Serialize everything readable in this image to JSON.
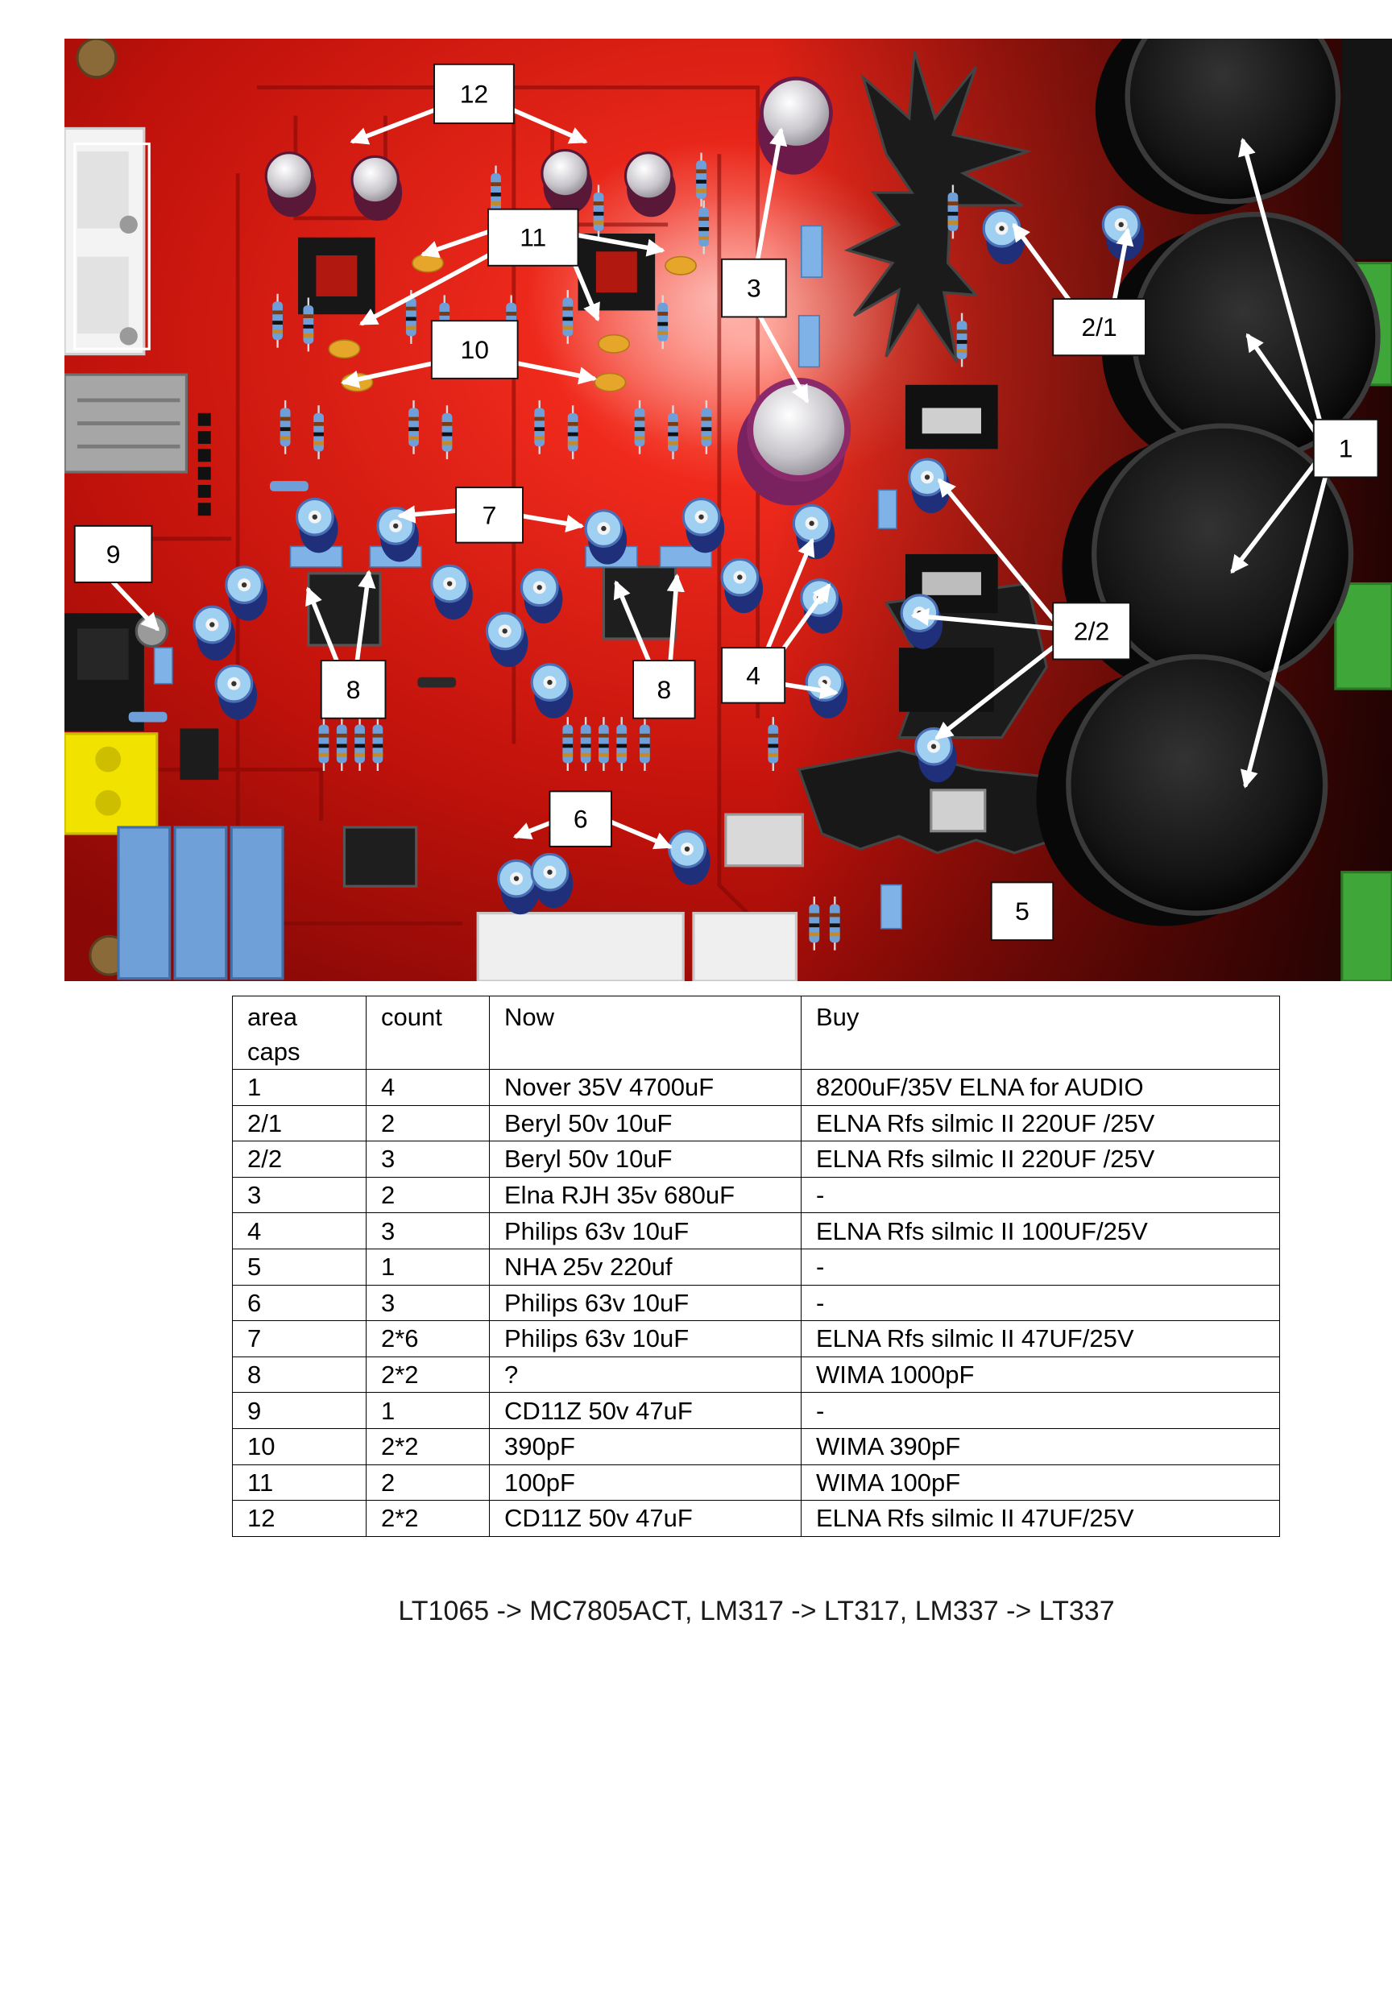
{
  "photo": {
    "labels": [
      "12",
      "11",
      "10",
      "3",
      "2/1",
      "1",
      "7",
      "9",
      "8",
      "8",
      "4",
      "2/2",
      "6",
      "5"
    ]
  },
  "table": {
    "headers": [
      "area caps",
      "count",
      "Now",
      "Buy"
    ],
    "rows": [
      [
        "1",
        "4",
        "Nover 35V 4700uF",
        "8200uF/35V ELNA for AUDIO"
      ],
      [
        "2/1",
        "2",
        "Beryl 50v 10uF",
        "ELNA Rfs silmic II 220UF /25V"
      ],
      [
        "2/2",
        "3",
        "Beryl 50v 10uF",
        "ELNA Rfs silmic II 220UF /25V"
      ],
      [
        "3",
        "2",
        "Elna RJH 35v 680uF",
        "-"
      ],
      [
        "4",
        "3",
        "Philips 63v 10uF",
        "ELNA Rfs silmic II 100UF/25V"
      ],
      [
        "5",
        "1",
        "NHA 25v 220uf",
        "-"
      ],
      [
        "6",
        "3",
        "Philips 63v 10uF",
        "-"
      ],
      [
        "7",
        "2*6",
        "Philips 63v 10uF",
        "ELNA Rfs silmic II 47UF/25V"
      ],
      [
        "8",
        "2*2",
        "?",
        "WIMA 1000pF"
      ],
      [
        "9",
        "1",
        "CD11Z 50v 47uF",
        "-"
      ],
      [
        "10",
        "2*2",
        "390pF",
        "WIMA 390pF"
      ],
      [
        "11",
        "2",
        "100pF",
        "WIMA 100pF"
      ],
      [
        "12",
        "2*2",
        "CD11Z 50v 47uF",
        "ELNA Rfs silmic II 47UF/25V"
      ]
    ]
  },
  "note": "LT1065 -> MC7805ACT, LM317 -> LT317, LM337 -> LT337",
  "colors": {
    "board": "#c1120b",
    "callout_box": "#ffffff",
    "arrow": "#ffffff",
    "table_border": "#000000"
  }
}
